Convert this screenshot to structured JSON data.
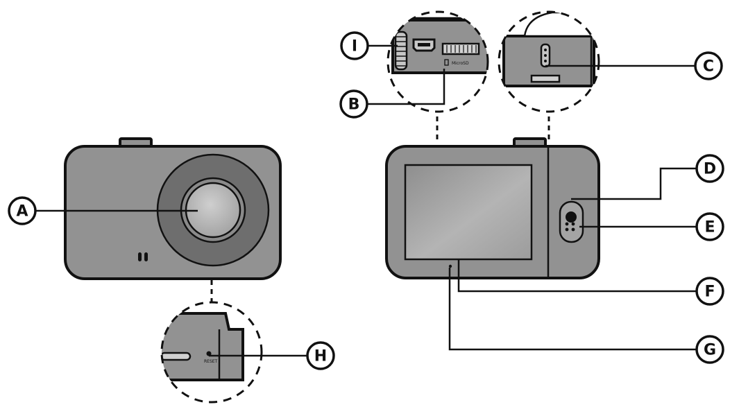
{
  "callouts": {
    "a": "A",
    "b": "B",
    "c": "C",
    "d": "D",
    "e": "E",
    "f": "F",
    "g": "G",
    "h": "H",
    "i": "I"
  },
  "colors": {
    "body": "#929292",
    "lens_ring": "#6e6e6e",
    "lens": "#b8b8b8",
    "screen": "#a6a6a6",
    "outline": "#111111"
  }
}
